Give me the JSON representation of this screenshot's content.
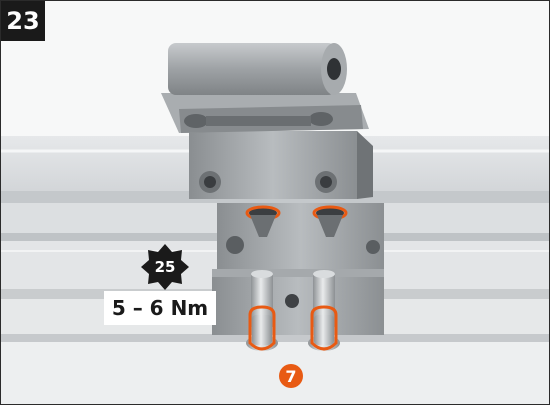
{
  "step": {
    "number": "23"
  },
  "tool": {
    "icon": "torx-star-icon",
    "size": "25"
  },
  "torque": {
    "label": "5 – 6 Nm"
  },
  "part": {
    "callout": "7"
  },
  "colors": {
    "highlight": "#e85a13",
    "badge": "#1a1a1a",
    "metal": "#9a9ea1"
  }
}
